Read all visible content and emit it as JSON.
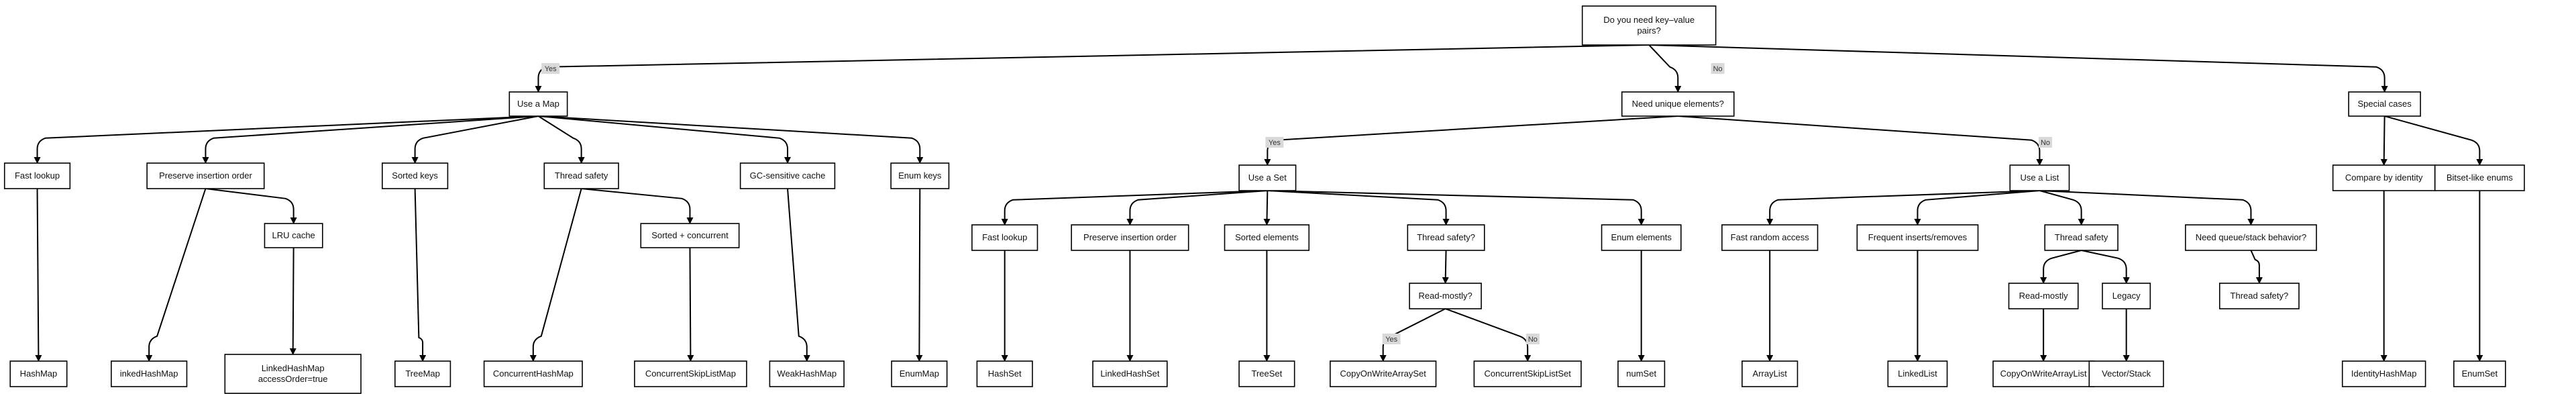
{
  "diagram": {
    "nodes": [
      {
        "id": "root",
        "lines": [
          "Do you need key–value",
          "pairs?"
        ]
      },
      {
        "id": "map",
        "lines": [
          "Use a Map"
        ]
      },
      {
        "id": "unique",
        "lines": [
          "Need unique elements?"
        ]
      },
      {
        "id": "special",
        "lines": [
          "Special cases"
        ]
      },
      {
        "id": "fast_lookup_map",
        "lines": [
          "Fast lookup"
        ]
      },
      {
        "id": "preserve_map",
        "lines": [
          "Preserve insertion order"
        ]
      },
      {
        "id": "lru",
        "lines": [
          "LRU cache"
        ]
      },
      {
        "id": "sorted_keys",
        "lines": [
          "Sorted keys"
        ]
      },
      {
        "id": "thread_map",
        "lines": [
          "Thread safety"
        ]
      },
      {
        "id": "sorted_concurrent",
        "lines": [
          "Sorted + concurrent"
        ]
      },
      {
        "id": "gc_cache",
        "lines": [
          "GC-sensitive cache"
        ]
      },
      {
        "id": "enum_keys",
        "lines": [
          "Enum keys"
        ]
      },
      {
        "id": "hashmap",
        "lines": [
          "HashMap"
        ]
      },
      {
        "id": "linkedhashmap",
        "lines": [
          "inkedHashMap"
        ]
      },
      {
        "id": "lhm_access",
        "lines": [
          "LinkedHashMap",
          "accessOrder=true"
        ]
      },
      {
        "id": "treemap",
        "lines": [
          "TreeMap"
        ]
      },
      {
        "id": "chm",
        "lines": [
          "ConcurrentHashMap"
        ]
      },
      {
        "id": "cslm",
        "lines": [
          "ConcurrentSkipListMap"
        ]
      },
      {
        "id": "weakhashmap",
        "lines": [
          "WeakHashMap"
        ]
      },
      {
        "id": "enummap",
        "lines": [
          "EnumMap"
        ]
      },
      {
        "id": "set",
        "lines": [
          "Use a Set"
        ]
      },
      {
        "id": "list",
        "lines": [
          "Use a List"
        ]
      },
      {
        "id": "fast_lookup_set",
        "lines": [
          "Fast lookup"
        ]
      },
      {
        "id": "preserve_set",
        "lines": [
          "Preserve insertion order"
        ]
      },
      {
        "id": "sorted_elements",
        "lines": [
          "Sorted elements"
        ]
      },
      {
        "id": "thread_set",
        "lines": [
          "Thread safety?"
        ]
      },
      {
        "id": "enum_elements",
        "lines": [
          "Enum elements"
        ]
      },
      {
        "id": "read_mostly_set",
        "lines": [
          "Read-mostly?"
        ]
      },
      {
        "id": "hashset",
        "lines": [
          "HashSet"
        ]
      },
      {
        "id": "linkedhashset",
        "lines": [
          "LinkedHashSet"
        ]
      },
      {
        "id": "treeset",
        "lines": [
          "TreeSet"
        ]
      },
      {
        "id": "cowas",
        "lines": [
          "CopyOnWriteArraySet"
        ]
      },
      {
        "id": "csls",
        "lines": [
          "ConcurrentSkipListSet"
        ]
      },
      {
        "id": "enumset_mid",
        "lines": [
          "numSet"
        ]
      },
      {
        "id": "fast_random",
        "lines": [
          "Fast random access"
        ]
      },
      {
        "id": "frequent",
        "lines": [
          "Frequent inserts/removes"
        ]
      },
      {
        "id": "thread_list",
        "lines": [
          "Thread safety"
        ]
      },
      {
        "id": "queue_stack",
        "lines": [
          "Need queue/stack behavior?"
        ]
      },
      {
        "id": "read_mostly_list",
        "lines": [
          "Read-mostly"
        ]
      },
      {
        "id": "legacy",
        "lines": [
          "Legacy"
        ]
      },
      {
        "id": "thread_q",
        "lines": [
          "Thread safety?"
        ]
      },
      {
        "id": "arraylist",
        "lines": [
          "ArrayList"
        ]
      },
      {
        "id": "linkedlist",
        "lines": [
          "LinkedList"
        ]
      },
      {
        "id": "cowal",
        "lines": [
          "CopyOnWriteArrayList"
        ]
      },
      {
        "id": "vector",
        "lines": [
          "Vector/Stack"
        ]
      },
      {
        "id": "compare_identity",
        "lines": [
          "Compare by identity"
        ]
      },
      {
        "id": "bitset",
        "lines": [
          "Bitset-like enums"
        ]
      },
      {
        "id": "identityhashmap",
        "lines": [
          "IdentityHashMap"
        ]
      },
      {
        "id": "enumset",
        "lines": [
          "EnumSet"
        ]
      }
    ],
    "edges": [
      {
        "from": "root",
        "to": "map",
        "label": "Yes"
      },
      {
        "from": "root",
        "to": "unique",
        "label": "No"
      },
      {
        "from": "root",
        "to": "special",
        "label": ""
      },
      {
        "from": "map",
        "to": "fast_lookup_map",
        "label": ""
      },
      {
        "from": "map",
        "to": "preserve_map",
        "label": ""
      },
      {
        "from": "map",
        "to": "sorted_keys",
        "label": ""
      },
      {
        "from": "map",
        "to": "thread_map",
        "label": ""
      },
      {
        "from": "map",
        "to": "gc_cache",
        "label": ""
      },
      {
        "from": "map",
        "to": "enum_keys",
        "label": ""
      },
      {
        "from": "fast_lookup_map",
        "to": "hashmap",
        "label": ""
      },
      {
        "from": "preserve_map",
        "to": "linkedhashmap",
        "label": ""
      },
      {
        "from": "preserve_map",
        "to": "lru",
        "label": ""
      },
      {
        "from": "lru",
        "to": "lhm_access",
        "label": ""
      },
      {
        "from": "sorted_keys",
        "to": "treemap",
        "label": ""
      },
      {
        "from": "thread_map",
        "to": "chm",
        "label": ""
      },
      {
        "from": "thread_map",
        "to": "sorted_concurrent",
        "label": ""
      },
      {
        "from": "sorted_concurrent",
        "to": "cslm",
        "label": ""
      },
      {
        "from": "gc_cache",
        "to": "weakhashmap",
        "label": ""
      },
      {
        "from": "enum_keys",
        "to": "enummap",
        "label": ""
      },
      {
        "from": "unique",
        "to": "set",
        "label": "Yes"
      },
      {
        "from": "unique",
        "to": "list",
        "label": "No"
      },
      {
        "from": "set",
        "to": "fast_lookup_set",
        "label": ""
      },
      {
        "from": "set",
        "to": "preserve_set",
        "label": ""
      },
      {
        "from": "set",
        "to": "sorted_elements",
        "label": ""
      },
      {
        "from": "set",
        "to": "thread_set",
        "label": ""
      },
      {
        "from": "set",
        "to": "enum_elements",
        "label": ""
      },
      {
        "from": "fast_lookup_set",
        "to": "hashset",
        "label": ""
      },
      {
        "from": "preserve_set",
        "to": "linkedhashset",
        "label": ""
      },
      {
        "from": "sorted_elements",
        "to": "treeset",
        "label": ""
      },
      {
        "from": "thread_set",
        "to": "read_mostly_set",
        "label": ""
      },
      {
        "from": "read_mostly_set",
        "to": "cowas",
        "label": "Yes"
      },
      {
        "from": "read_mostly_set",
        "to": "csls",
        "label": "No"
      },
      {
        "from": "enum_elements",
        "to": "enumset_mid",
        "label": ""
      },
      {
        "from": "list",
        "to": "fast_random",
        "label": ""
      },
      {
        "from": "list",
        "to": "frequent",
        "label": ""
      },
      {
        "from": "list",
        "to": "thread_list",
        "label": ""
      },
      {
        "from": "list",
        "to": "queue_stack",
        "label": ""
      },
      {
        "from": "fast_random",
        "to": "arraylist",
        "label": ""
      },
      {
        "from": "frequent",
        "to": "linkedlist",
        "label": ""
      },
      {
        "from": "thread_list",
        "to": "read_mostly_list",
        "label": ""
      },
      {
        "from": "thread_list",
        "to": "legacy",
        "label": ""
      },
      {
        "from": "read_mostly_list",
        "to": "cowal",
        "label": ""
      },
      {
        "from": "legacy",
        "to": "vector",
        "label": ""
      },
      {
        "from": "queue_stack",
        "to": "thread_q",
        "label": ""
      },
      {
        "from": "special",
        "to": "compare_identity",
        "label": ""
      },
      {
        "from": "special",
        "to": "bitset",
        "label": ""
      },
      {
        "from": "compare_identity",
        "to": "identityhashmap",
        "label": ""
      },
      {
        "from": "bitset",
        "to": "enumset",
        "label": ""
      }
    ]
  }
}
